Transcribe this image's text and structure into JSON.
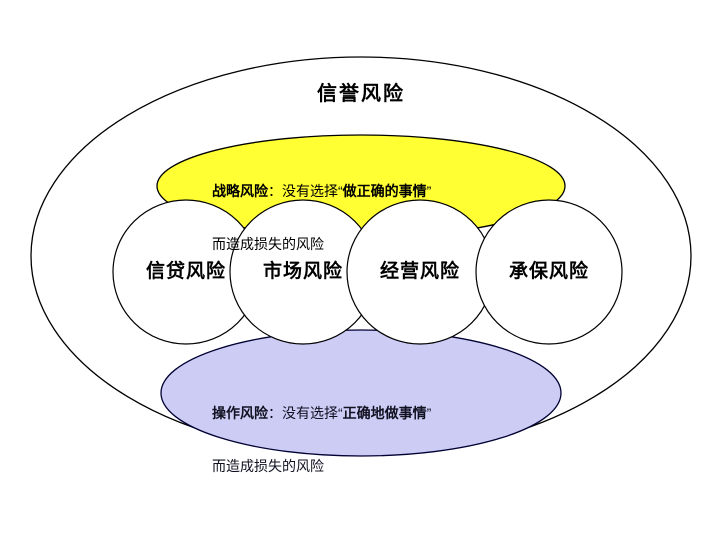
{
  "diagram": {
    "title_outer": "信誉风险",
    "outer_ellipse": {
      "name": "reputation-risk",
      "label": "信誉风险",
      "fill": "#ffffff",
      "stroke": "#000000"
    },
    "top_ellipse": {
      "name": "strategic-risk",
      "fill": "#ffff33",
      "stroke": "#000000",
      "line1_bold_prefix": "战略风险",
      "line1": "战略风险：没有选择“做正确的事情”",
      "line2": "而造成损失的风险",
      "line1_parts": {
        "bold_a": "战略风险",
        "plain_a": "：没有选择“",
        "bold_b": "做正确的事情",
        "plain_b": "”"
      }
    },
    "bottom_ellipse": {
      "name": "operational-risk",
      "fill": "#ccccf5",
      "stroke": "#000033",
      "line1": "操作风险：没有选择“正确地做事情”",
      "line2": "而造成损失的风险",
      "line1_parts": {
        "bold_a": "操作风险",
        "plain_a": "：没有选择“",
        "bold_b": "正确地做事情",
        "plain_b": "”"
      }
    },
    "circles": [
      {
        "name": "credit-risk",
        "label": "信贷风险",
        "fill": "#ffffff",
        "stroke": "#000000"
      },
      {
        "name": "market-risk",
        "label": "市场风险",
        "fill": "#ffffff",
        "stroke": "#000000"
      },
      {
        "name": "business-risk",
        "label": "经营风险",
        "fill": "#ffffff",
        "stroke": "#000000"
      },
      {
        "name": "underwriting-risk",
        "label": "承保风险",
        "fill": "#ffffff",
        "stroke": "#000000"
      }
    ]
  }
}
